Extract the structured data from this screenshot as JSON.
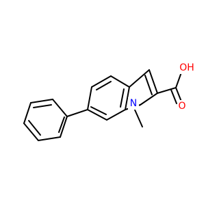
{
  "molecule": {
    "labels": {
      "oh": "OH",
      "carbonyl_o": "O",
      "n": "N"
    },
    "colors": {
      "bond": "#000000",
      "oxygen": "#ff0000",
      "nitrogen": "#0000ff",
      "background": "#ffffff"
    }
  }
}
